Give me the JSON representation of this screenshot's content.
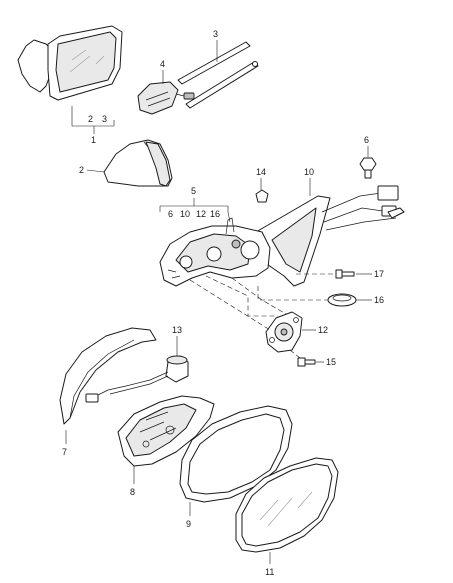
{
  "callouts": {
    "c1": "1",
    "c1_sub_a": "2",
    "c1_sub_b": "3",
    "c2": "2",
    "c3": "3",
    "c4": "4",
    "c5": "5",
    "c5_sub_a": "6",
    "c5_sub_b": "10",
    "c5_sub_c": "12",
    "c5_sub_d": "16",
    "c6": "6",
    "c7": "7",
    "c8": "8",
    "c9": "9",
    "c10": "10",
    "c11": "11",
    "c12": "12",
    "c13": "13",
    "c14": "14",
    "c15": "15",
    "c16": "16",
    "c17": "17"
  }
}
